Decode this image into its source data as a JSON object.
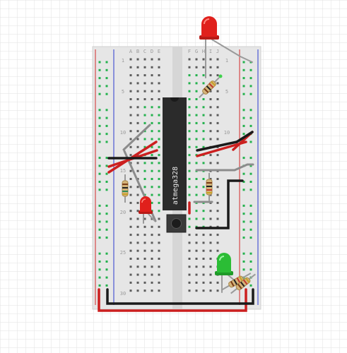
{
  "breadboard": {
    "column_letters_left": [
      "A",
      "B",
      "C",
      "D",
      "E"
    ],
    "column_letters_right": [
      "F",
      "G",
      "H",
      "I",
      "J"
    ],
    "row_numbers": [
      "1",
      "5",
      "10",
      "15",
      "20",
      "25",
      "30"
    ],
    "colors": {
      "board": "#e6e6e6",
      "rail_red": "#d42b2b",
      "rail_blue": "#2a3ad0",
      "hole": "#5a5a5a",
      "hole_connected": "#22b14c"
    }
  },
  "chip": {
    "label": "atmega328",
    "color": "#2b2b2b"
  },
  "components": [
    {
      "name": "led-red-top",
      "type": "led",
      "color": "#e0201c"
    },
    {
      "name": "led-red-left",
      "type": "led",
      "color": "#e0201c"
    },
    {
      "name": "led-green",
      "type": "led",
      "color": "#2bbd35"
    },
    {
      "name": "resistor-top",
      "type": "resistor"
    },
    {
      "name": "resistor-left",
      "type": "resistor"
    },
    {
      "name": "resistor-mid",
      "type": "resistor"
    },
    {
      "name": "resistor-bottom-a",
      "type": "resistor"
    },
    {
      "name": "resistor-bottom-b",
      "type": "resistor"
    },
    {
      "name": "pushbutton",
      "type": "button"
    }
  ],
  "wires": {
    "colors": {
      "red": "#cc1f1f",
      "black": "#1a1a1a",
      "gray": "#8c8c8c"
    }
  }
}
